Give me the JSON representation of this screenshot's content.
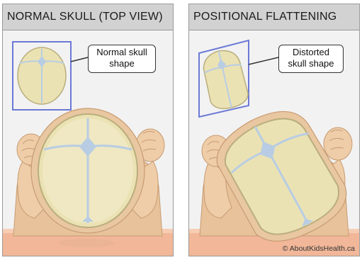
{
  "panels": [
    {
      "title": "NORMAL SKULL (TOP VIEW)",
      "callout": [
        "Normal skull",
        "shape"
      ]
    },
    {
      "title": "POSITIONAL FLATTENING",
      "callout": [
        "Distorted",
        "skull shape"
      ]
    }
  ],
  "credit": "© AboutKidsHealth.ca",
  "colors": {
    "skin": "#eecda8",
    "skin_shade": "#d8ab82",
    "skull": "#ebe2b4",
    "skull_outline": "#b9ae7c",
    "fontanelle": "#b8cde3",
    "frame": "#6c79d6",
    "mattress": "#f1b798"
  }
}
